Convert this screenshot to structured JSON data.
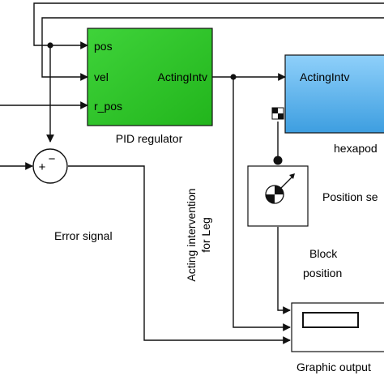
{
  "blocks": {
    "pid": {
      "name": "PID regulator",
      "in_ports": [
        "pos",
        "vel",
        "r_pos"
      ],
      "out_port": "ActingIntv",
      "fill": "#22b51c",
      "fill_light": "#3fd33a"
    },
    "hexapod": {
      "name": "hexapod",
      "in_port": "ActingIntv",
      "fill": "#3d9ee0",
      "fill_light": "#8fd0fa"
    },
    "position_sensor": {
      "name": "Position se"
    },
    "graphic_output": {
      "name": "Graphic output"
    },
    "sum": {
      "plus": "+",
      "minus": "−"
    }
  },
  "labels": {
    "error_signal": "Error signal",
    "acting_intervention_line1": "Acting intervention",
    "acting_intervention_line2": "for Leg",
    "block_position_line1": "Block",
    "block_position_line2": "position"
  },
  "colors": {
    "line": "#111111"
  }
}
